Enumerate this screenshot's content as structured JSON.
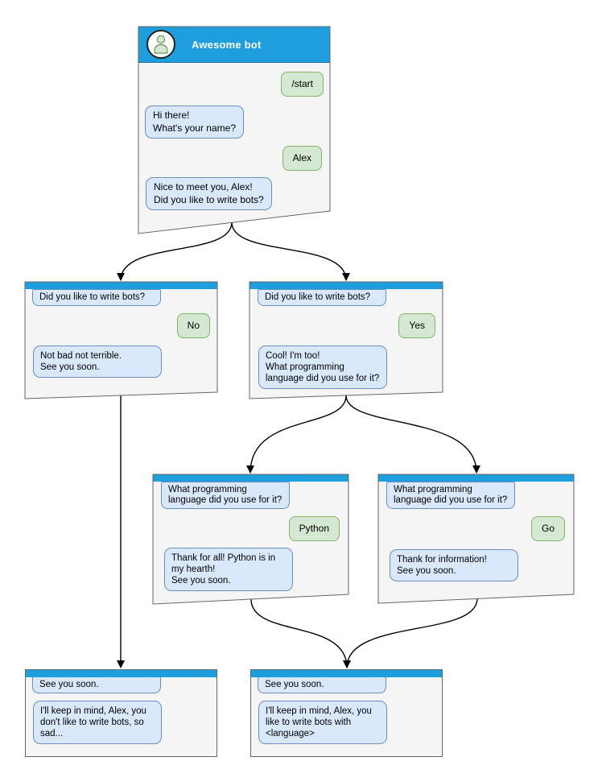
{
  "window": {
    "title": "Awesome bot"
  },
  "colors": {
    "header_blue": "#1e9edc",
    "bot_bubble_bg": "#dae8fc",
    "bot_bubble_border": "#6c8ebf",
    "user_bubble_bg": "#d5e8d4",
    "user_bubble_border": "#82b366",
    "node_bg": "#f5f5f5",
    "node_border": "#666666",
    "arrow_color": "#000000"
  },
  "icons": {
    "avatar": "person-icon"
  },
  "nodes": {
    "start": {
      "user_start": "/start",
      "bot_greeting": "Hi there!\nWhat's your name?",
      "user_name": "Alex",
      "bot_question": "Nice to meet you, Alex!\nDid you like to write bots?"
    },
    "branch_no": {
      "question": "Did you like to write bots?",
      "answer": "No",
      "reply": "Not bad not terrible.\nSee you soon."
    },
    "branch_yes": {
      "question": "Did you like to write bots?",
      "answer": "Yes",
      "reply": "Cool! I'm too!\nWhat programming\nlanguage did you use for it?"
    },
    "branch_python": {
      "question": "What programming\nlanguage did you use for it?",
      "answer": "Python",
      "reply": "Thank for all! Python is in\nmy hearth!\nSee you soon."
    },
    "branch_go": {
      "question": "What programming\nlanguage did you use for it?",
      "answer": "Go",
      "reply": "Thank for information!\nSee you soon."
    },
    "end_no": {
      "question": "See you soon.",
      "reply": "I'll keep in mind, Alex, you\ndon't like to write bots, so\nsad..."
    },
    "end_yes": {
      "question": "See you soon.",
      "reply": "I'll keep in mind, Alex, you\nlike to write bots with\n<language>"
    }
  },
  "edges": [
    {
      "from": "start",
      "to": "branch_no"
    },
    {
      "from": "start",
      "to": "branch_yes"
    },
    {
      "from": "branch_yes",
      "to": "branch_python"
    },
    {
      "from": "branch_yes",
      "to": "branch_go"
    },
    {
      "from": "branch_no",
      "to": "end_no"
    },
    {
      "from": "branch_python",
      "to": "end_yes"
    },
    {
      "from": "branch_go",
      "to": "end_yes"
    }
  ]
}
